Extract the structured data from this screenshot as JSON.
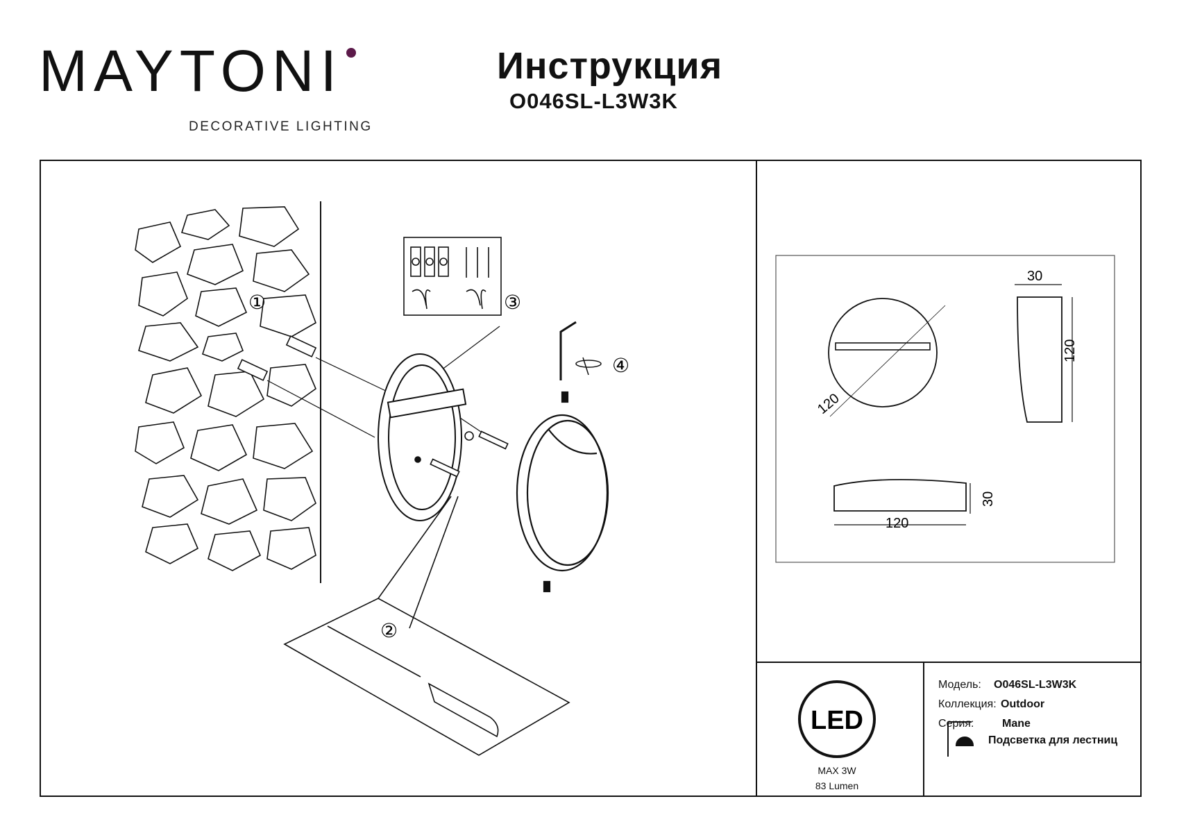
{
  "brand": {
    "name": "MAYTONI",
    "subtitle": "DECORATIVE LIGHTING",
    "accent_color": "#5c1a4a"
  },
  "header": {
    "title": "Инструкция",
    "model_code": "O046SL-L3W3K"
  },
  "assembly": {
    "steps": [
      "①",
      "②",
      "③",
      "④"
    ],
    "icons": [
      "wall-texture",
      "screwdriver-icon",
      "wiring-terminal-icon",
      "hex-key-icon",
      "wall-plug-icon",
      "screw-icon"
    ]
  },
  "dimensions": {
    "front_diameter": "120",
    "side_depth": "30",
    "side_height": "120",
    "bottom_height": "30",
    "bottom_width": "120"
  },
  "led_badge": {
    "label": "LED",
    "power": "MAX 3W",
    "lumen": "83 Lumen"
  },
  "specs": {
    "model_label": "Модель:",
    "model_value": "O046SL-L3W3K",
    "collection_label": "Коллекция:",
    "collection_value": "Outdoor",
    "series_label": "Серия:",
    "series_value": "Mane",
    "type_value": "Подсветка для лестниц"
  }
}
